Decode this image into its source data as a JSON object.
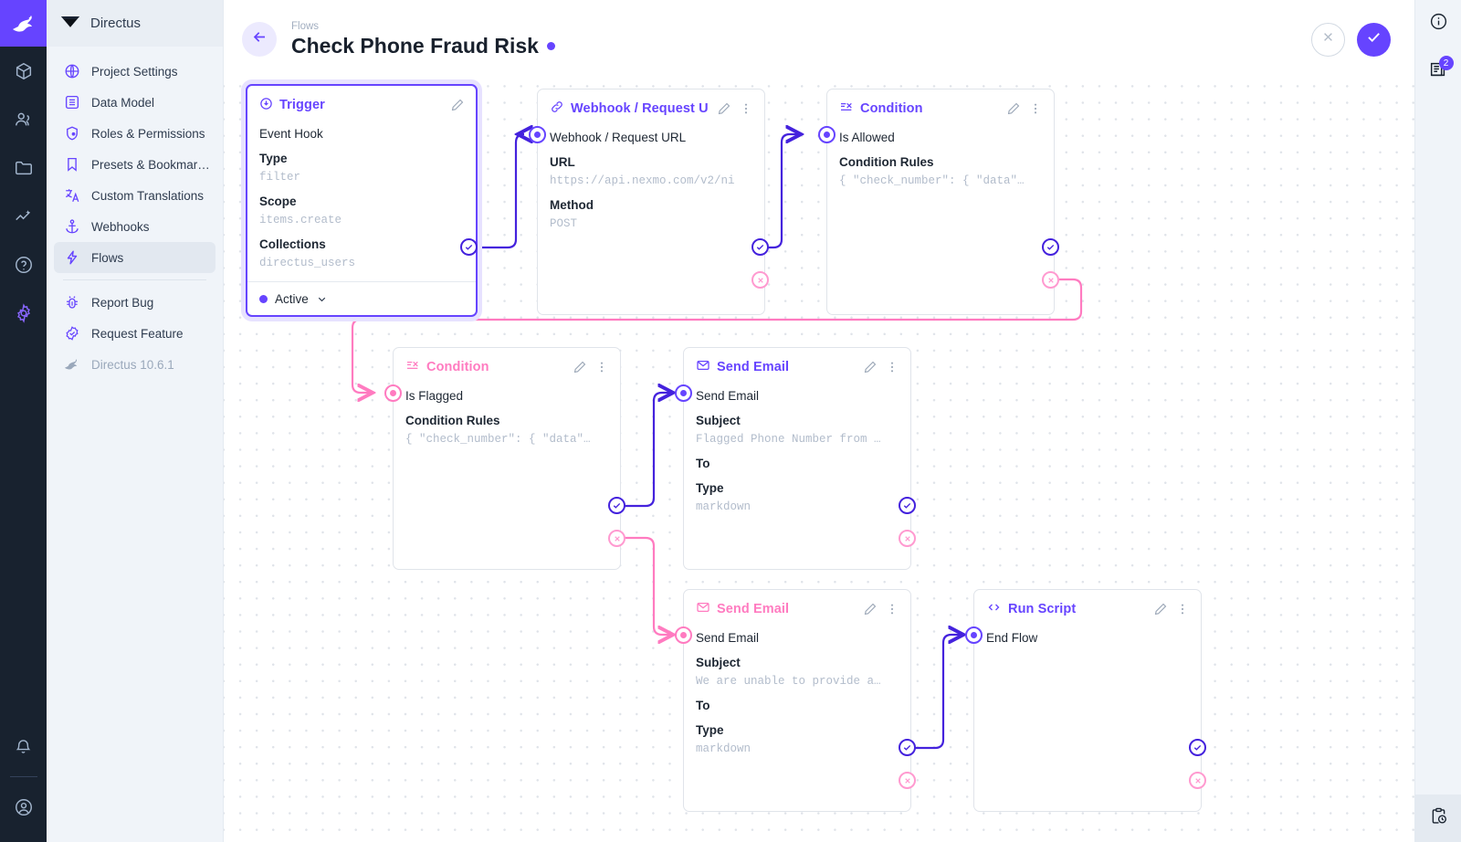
{
  "app": {
    "name": "Directus",
    "version_label": "Directus 10.6.1"
  },
  "rail": {
    "items": [
      {
        "name": "logo",
        "icon": "rabbit-logo-icon"
      },
      {
        "name": "content",
        "icon": "box-icon"
      },
      {
        "name": "user-directory",
        "icon": "people-icon"
      },
      {
        "name": "file-library",
        "icon": "folder-icon"
      },
      {
        "name": "insights",
        "icon": "chart-icon"
      },
      {
        "name": "docs",
        "icon": "help-circle-icon"
      },
      {
        "name": "settings",
        "icon": "gear-icon"
      },
      {
        "name": "notifications",
        "icon": "bell-icon"
      },
      {
        "name": "account",
        "icon": "user-circle-icon"
      }
    ]
  },
  "sidebar": {
    "title": "Directus",
    "items": [
      {
        "label": "Project Settings",
        "icon": "globe-icon",
        "active": false
      },
      {
        "label": "Data Model",
        "icon": "list-box-icon",
        "active": false
      },
      {
        "label": "Roles & Permissions",
        "icon": "shield-icon",
        "active": false
      },
      {
        "label": "Presets & Bookmar…",
        "icon": "bookmark-icon",
        "active": false
      },
      {
        "label": "Custom Translations",
        "icon": "translate-icon",
        "active": false
      },
      {
        "label": "Webhooks",
        "icon": "anchor-icon",
        "active": false
      },
      {
        "label": "Flows",
        "icon": "bolt-icon",
        "active": true
      }
    ],
    "footer_items": [
      {
        "label": "Report Bug",
        "icon": "bug-icon"
      },
      {
        "label": "Request Feature",
        "icon": "badge-check-icon"
      }
    ],
    "version": "Directus 10.6.1"
  },
  "header": {
    "breadcrumb": "Flows",
    "title": "Check Phone Fraud Risk",
    "status_dot_color": "#6644ff",
    "back_icon": "arrow-left-icon",
    "cancel_label": "×",
    "save_label": "✓"
  },
  "right_rail": {
    "info_icon": "info-circle-icon",
    "logs_icon": "logs-icon",
    "logs_badge": "2",
    "activity_icon": "clipboard-clock-icon"
  },
  "flow": {
    "nodes": [
      {
        "id": "trigger",
        "type_label": "Trigger",
        "type_icon": "trigger-icon",
        "accent": "purple",
        "selected": true,
        "name": "Event Hook",
        "fields": [
          {
            "label": "Type",
            "value": "filter"
          },
          {
            "label": "Scope",
            "value": "items.create"
          },
          {
            "label": "Collections",
            "value": "directus_users"
          }
        ],
        "footer": {
          "label": "Active",
          "chevron": "chevron-down-icon"
        },
        "has_options_menu": false
      },
      {
        "id": "webhook",
        "type_label": "Webhook / Request U",
        "type_icon": "link-icon",
        "accent": "purple",
        "selected": false,
        "name": "Webhook / Request URL",
        "fields": [
          {
            "label": "URL",
            "value": "https://api.nexmo.com/v2/ni"
          },
          {
            "label": "Method",
            "value": "POST"
          }
        ],
        "has_options_menu": true
      },
      {
        "id": "condition-allowed",
        "type_label": "Condition",
        "type_icon": "condition-icon",
        "accent": "purple",
        "selected": false,
        "name": "Is Allowed",
        "fields": [
          {
            "label": "Condition Rules",
            "value": "{ \"check_number\": { \"data\"…"
          }
        ],
        "has_options_menu": true
      },
      {
        "id": "condition-flagged",
        "type_label": "Condition",
        "type_icon": "condition-icon",
        "accent": "pink",
        "selected": false,
        "name": "Is Flagged",
        "fields": [
          {
            "label": "Condition Rules",
            "value": "{ \"check_number\": { \"data\"…"
          }
        ],
        "has_options_menu": true
      },
      {
        "id": "send-email-flagged",
        "type_label": "Send Email",
        "type_icon": "mail-icon",
        "accent": "purple",
        "selected": false,
        "name": "Send Email",
        "fields": [
          {
            "label": "Subject",
            "value": "Flagged Phone Number from …"
          },
          {
            "label": "To",
            "value": ""
          },
          {
            "label": "Type",
            "value": "markdown"
          }
        ],
        "has_options_menu": true
      },
      {
        "id": "send-email-unable",
        "type_label": "Send Email",
        "type_icon": "mail-icon",
        "accent": "pink",
        "selected": false,
        "name": "Send Email",
        "fields": [
          {
            "label": "Subject",
            "value": "We are unable to provide a…"
          },
          {
            "label": "To",
            "value": ""
          },
          {
            "label": "Type",
            "value": "markdown"
          }
        ],
        "has_options_menu": true
      },
      {
        "id": "run-script",
        "type_label": "Run Script",
        "type_icon": "code-icon",
        "accent": "purple",
        "selected": false,
        "name": "End Flow",
        "fields": [],
        "has_options_menu": true
      }
    ],
    "edge_colors": {
      "resolve": "#4422dd",
      "reject": "#ff7bc0"
    }
  }
}
